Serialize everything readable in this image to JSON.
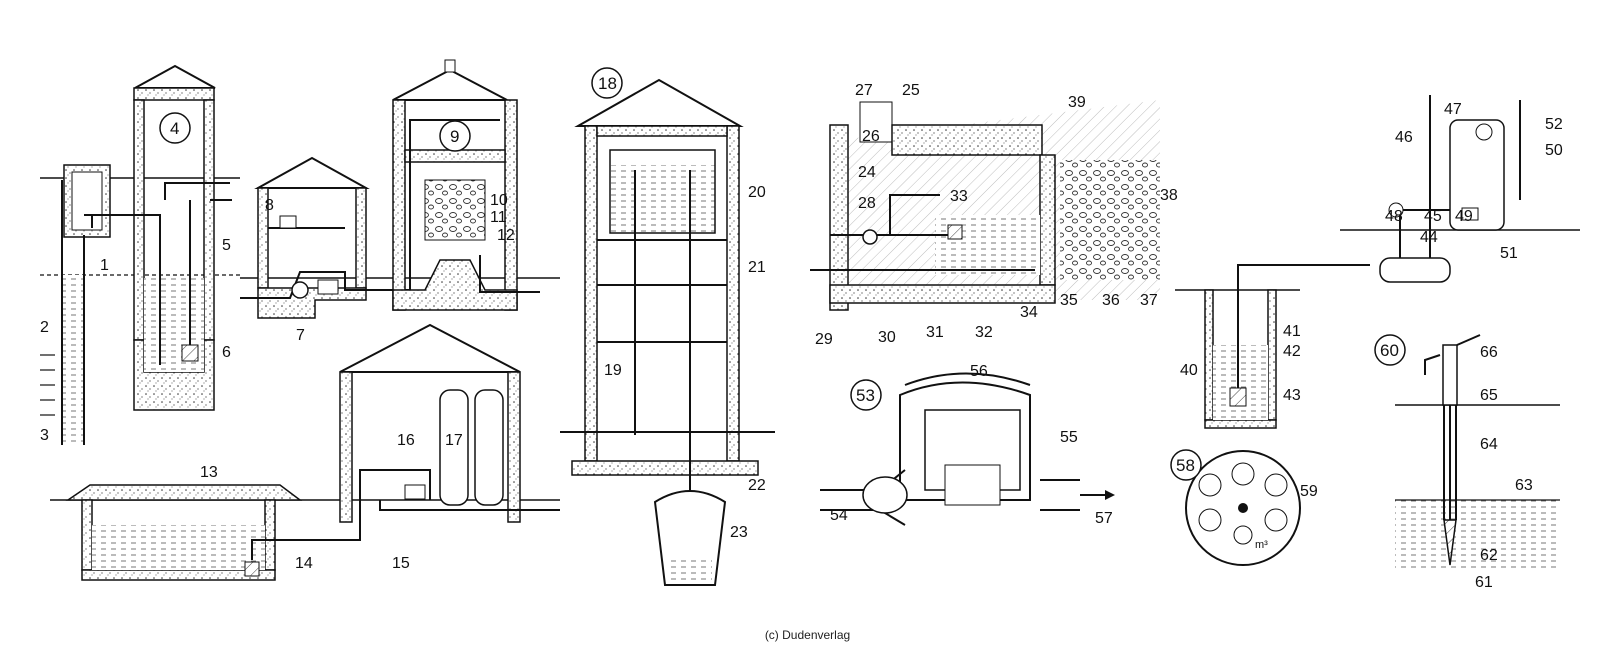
{
  "credit": "(c) Dudenverlag",
  "labels": {
    "l1": "1",
    "l2": "2",
    "l3": "3",
    "l4": "4",
    "l5": "5",
    "l6": "6",
    "l7": "7",
    "l8": "8",
    "l9": "9",
    "l10": "10",
    "l11": "11",
    "l12": "12",
    "l13": "13",
    "l14": "14",
    "l15": "15",
    "l16": "16",
    "l17": "17",
    "l18": "18",
    "l19": "19",
    "l20": "20",
    "l21": "21",
    "l22": "22",
    "l23": "23",
    "l24": "24",
    "l25": "25",
    "l26": "26",
    "l27": "27",
    "l28": "28",
    "l29": "29",
    "l30": "30",
    "l31": "31",
    "l32": "32",
    "l33": "33",
    "l34": "34",
    "l35": "35",
    "l36": "36",
    "l37": "37",
    "l38": "38",
    "l39": "39",
    "l40": "40",
    "l41": "41",
    "l42": "42",
    "l43": "43",
    "l44": "44",
    "l45": "45",
    "l46": "46",
    "l47": "47",
    "l48": "48",
    "l49": "49",
    "l50": "50",
    "l51": "51",
    "l52": "52",
    "l53": "53",
    "l54": "54",
    "l55": "55",
    "l56": "56",
    "l57": "57",
    "l58": "58",
    "l59": "59",
    "l60": "60",
    "l61": "61",
    "l62": "62",
    "l63": "63",
    "l64": "64",
    "l65": "65",
    "l66": "66",
    "meter_unit": "m³"
  }
}
